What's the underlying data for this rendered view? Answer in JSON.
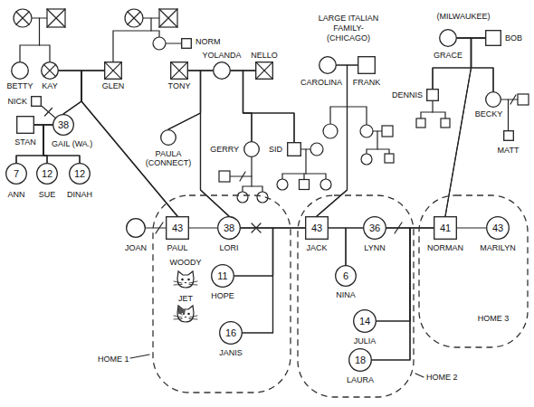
{
  "diagram": {
    "nodes": [
      {
        "text": [
          "BETTY"
        ]
      },
      {
        "text": [
          "KAY"
        ]
      },
      {
        "text": [
          "GLEN"
        ]
      },
      {
        "text": [
          "NORM"
        ]
      },
      {
        "text": [
          "TONY"
        ]
      },
      {
        "text": [
          "YOLANDA"
        ]
      },
      {
        "text": [
          "NELLO"
        ]
      },
      {
        "text": [
          "CAROLINA"
        ]
      },
      {
        "text": [
          "FRANK"
        ]
      },
      {
        "text": [
          "GRACE"
        ]
      },
      {
        "text": [
          "BOB"
        ]
      },
      {
        "text": [
          "NICK"
        ]
      },
      {
        "text": [
          "STAN"
        ]
      },
      {
        "text": [
          "38",
          "GAIL (WA.)"
        ]
      },
      {
        "text": [
          "DENNIS"
        ]
      },
      {
        "text": [
          "BECKY"
        ]
      },
      {
        "text": [
          "MATT"
        ]
      },
      {
        "text": [
          "PAULA (CONNECT)"
        ]
      },
      {
        "text": [
          "GERRY"
        ]
      },
      {
        "text": [
          "SID"
        ]
      },
      {
        "text": [
          "7",
          "ANN"
        ]
      },
      {
        "text": [
          "12",
          "SUE"
        ]
      },
      {
        "text": [
          "12",
          "DINAH"
        ]
      },
      {
        "text": [
          "JOAN"
        ]
      },
      {
        "text": [
          "HOME 1"
        ]
      },
      {
        "text": [
          "43",
          "PAUL"
        ],
        "in": 24
      },
      {
        "text": [
          "38",
          "LORI"
        ],
        "in": 24
      },
      {
        "text": [
          "11",
          "HOPE"
        ],
        "in": 24
      },
      {
        "text": [
          "16",
          "JANIS"
        ],
        "in": 24
      },
      {
        "text": [
          "HOME 2"
        ]
      },
      {
        "text": [
          "43",
          "JACK"
        ],
        "in": 29
      },
      {
        "text": [
          "36",
          "LYNN"
        ],
        "in": 29
      },
      {
        "text": [
          "6",
          "NINA"
        ],
        "in": 29
      },
      {
        "text": [
          "14",
          "JULIA"
        ],
        "in": 29
      },
      {
        "text": [
          "18",
          "LAURA"
        ],
        "in": 29
      },
      {
        "text": [
          "HOME 3"
        ]
      },
      {
        "text": [
          "41",
          "NORMAN"
        ],
        "in": 35
      },
      {
        "text": [
          "43",
          "MARILYN"
        ],
        "in": 35
      }
    ],
    "edges": [
      {
        "from": 1,
        "to": 2,
        "arrow": "none"
      },
      {
        "from": 4,
        "to": 5,
        "arrow": "none"
      },
      {
        "from": 5,
        "to": 6,
        "arrow": "none"
      },
      {
        "from": 7,
        "to": 8,
        "arrow": "none"
      },
      {
        "from": 9,
        "to": 10,
        "arrow": "none"
      },
      {
        "from": 11,
        "to": 13,
        "arrow": "none"
      },
      {
        "from": 12,
        "to": 13,
        "arrow": "none"
      },
      {
        "from": 23,
        "to": 25,
        "arrow": "none"
      },
      {
        "from": 25,
        "to": 26,
        "arrow": "none"
      },
      {
        "from": 26,
        "to": 30,
        "arrow": "none"
      },
      {
        "from": 30,
        "to": 31,
        "arrow": "none"
      },
      {
        "from": 31,
        "to": 36,
        "arrow": "none"
      },
      {
        "from": 36,
        "to": 37,
        "arrow": "none"
      },
      {
        "from": 1,
        "to": 13,
        "arrow": "none"
      },
      {
        "from": 2,
        "to": 13,
        "arrow": "none"
      },
      {
        "from": 1,
        "to": 25,
        "arrow": "none"
      },
      {
        "from": 2,
        "to": 25,
        "arrow": "none"
      },
      {
        "from": 4,
        "to": 17,
        "arrow": "none"
      },
      {
        "from": 5,
        "to": 17,
        "arrow": "none"
      },
      {
        "from": 4,
        "to": 26,
        "arrow": "none"
      },
      {
        "from": 5,
        "to": 26,
        "arrow": "none"
      },
      {
        "from": 5,
        "to": 18,
        "arrow": "none"
      },
      {
        "from": 6,
        "to": 18,
        "arrow": "none"
      },
      {
        "from": 5,
        "to": 19,
        "arrow": "none"
      },
      {
        "from": 6,
        "to": 19,
        "arrow": "none"
      },
      {
        "from": 7,
        "to": 30,
        "arrow": "none"
      },
      {
        "from": 8,
        "to": 30,
        "arrow": "none"
      },
      {
        "from": 9,
        "to": 14,
        "arrow": "none"
      },
      {
        "from": 10,
        "to": 14,
        "arrow": "none"
      },
      {
        "from": 9,
        "to": 15,
        "arrow": "none"
      },
      {
        "from": 10,
        "to": 15,
        "arrow": "none"
      },
      {
        "from": 9,
        "to": 36,
        "arrow": "none"
      },
      {
        "from": 10,
        "to": 36,
        "arrow": "none"
      },
      {
        "from": 15,
        "to": 16,
        "arrow": "none"
      },
      {
        "from": 12,
        "to": 20,
        "arrow": "none"
      },
      {
        "from": 13,
        "to": 20,
        "arrow": "none"
      },
      {
        "from": 12,
        "to": 21,
        "arrow": "none"
      },
      {
        "from": 13,
        "to": 21,
        "arrow": "none"
      },
      {
        "from": 12,
        "to": 22,
        "arrow": "none"
      },
      {
        "from": 13,
        "to": 22,
        "arrow": "none"
      },
      {
        "from": 26,
        "to": 27,
        "arrow": "none"
      },
      {
        "from": 30,
        "to": 27,
        "arrow": "none"
      },
      {
        "from": 26,
        "to": 28,
        "arrow": "none"
      },
      {
        "from": 30,
        "to": 28,
        "arrow": "none"
      },
      {
        "from": 30,
        "to": 32,
        "arrow": "none"
      },
      {
        "from": 31,
        "to": 32,
        "arrow": "none"
      },
      {
        "from": 31,
        "to": 33,
        "arrow": "none"
      },
      {
        "from": 36,
        "to": 33,
        "arrow": "none"
      },
      {
        "from": 31,
        "to": 34,
        "arrow": "none"
      },
      {
        "from": 36,
        "to": 34,
        "arrow": "none"
      }
    ],
    "labels": [
      "LARGE ITALIAN FAMILY- (CHICAGO)",
      "(MILWAUKEE)",
      "WOODY",
      "JET"
    ]
  }
}
